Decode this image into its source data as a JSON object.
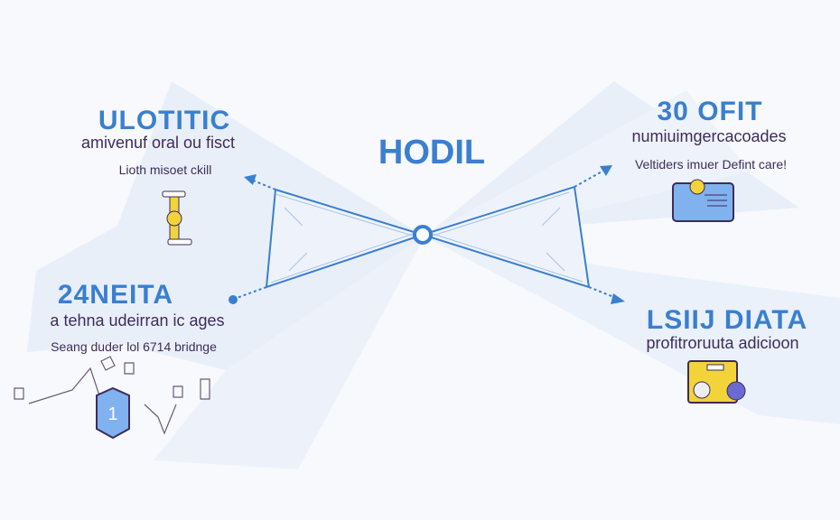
{
  "center": {
    "title": "HODIL"
  },
  "panels": [
    {
      "heading": "ULOTITIC",
      "subtitle": "amivenuf oral ou fisct",
      "note": "Lioth misoet ckill"
    },
    {
      "heading": "30 OFIT",
      "subtitle": "numiuimgercacoades",
      "note": "Veltiders imuer Defint care!"
    },
    {
      "heading": "24NEITA",
      "subtitle": "a tehna udeirran ic ages",
      "note": "Seang duder lol 6714 bridnge"
    },
    {
      "heading": "LSIIJ DIATA",
      "subtitle": "profitroruuta adicioon",
      "note": ""
    }
  ],
  "shield_number": "1",
  "colors": {
    "accent": "#3a7fd0",
    "text": "#3e2c5a",
    "band": "#e4edf8",
    "yellow": "#f2d43a"
  }
}
